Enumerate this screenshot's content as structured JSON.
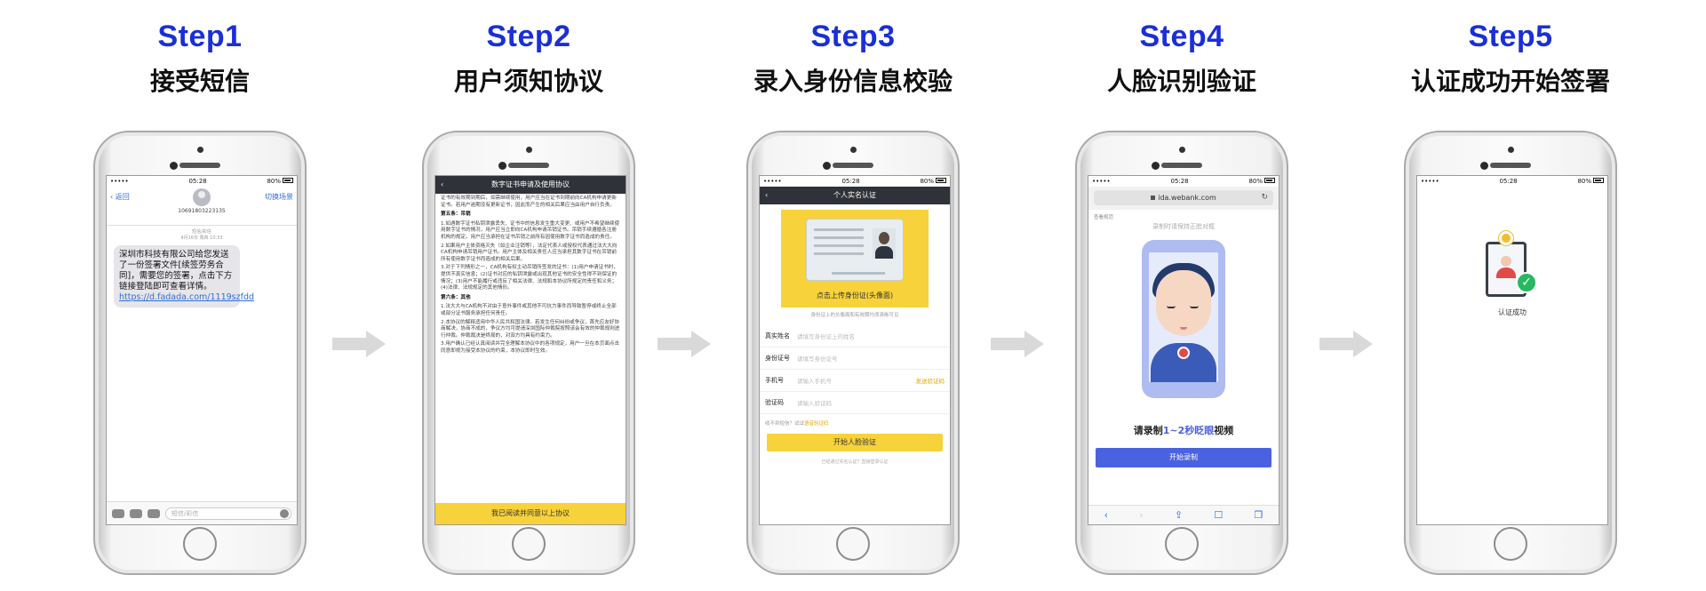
{
  "steps": [
    {
      "title": "Step1",
      "subtitle": "接受短信"
    },
    {
      "title": "Step2",
      "subtitle": "用户须知协议"
    },
    {
      "title": "Step3",
      "subtitle": "录入身份信息校验"
    },
    {
      "title": "Step4",
      "subtitle": "人脸识别验证"
    },
    {
      "title": "Step5",
      "subtitle": "认证成功开始签署"
    }
  ],
  "status_bar": {
    "carrier": "•••••",
    "time": "05:28",
    "battery": "80%"
  },
  "screen1": {
    "back": "返回",
    "switch": "切换场景",
    "number": "10691803223135",
    "date_line1": "短信/彩信",
    "date_line2": "4月16日 周四 10:33",
    "message": "深圳市科技有限公司给您发送了一份签署文件[续签劳务合同]，需要您的签署，点击下方链接登陆即可查看详情。",
    "link": "https://d.fadada.com/1119szfdd",
    "input_placeholder": "短信/彩信"
  },
  "screen2": {
    "title": "数字证书申请及使用协议",
    "para1": "证书的有效期到期后，如需继续使用，用户应当在证书到期前向CA机构申请更新证书。若用户逾期没有更新证书，因此而产生的相关后果应当由用户自行负责。",
    "sec5": "第五条：吊销",
    "para2": "1.如遇数字证书私钥泄露丢失、证书中的信息发生重大变更、或用户不希望继续使用数字证书的情况，用户应当立即向CA机构申请吊销证书。吊销手续遵循各注册机构的规定。用户应当承担在证书吊销之前所有因使用数字证书而造成的责任。",
    "para3": "2.如果用户主体资格灭失（如企业注销等），法定代表人或授权代表通过法大大向CA机构申请吊销用户证书。用户主体及相关责任人应当承担其数字证书在吊销前所有使用数字证书而造成的相关后果。",
    "para4": "3.对于下列情形之一，CA机构有权主动吊销所签发的证书：(1)用户申请证书时，提供不真实信息；(2)证书对应的私钥泄露或出现其他证书的安全性得不到保证的情况；(3)用户不能履行或违反了相关法律、法规和本协议所规定的责任和义务；(4)法律、法规规定的其他情形。",
    "sec6": "第六条：其他",
    "para5": "1.法大大与CA机构不对由于意外事件或其他不可抗力事件而导致暂停或终止全部或部分证书服务承担任何责任。",
    "para6": "2.本协议的解释适用中华人民共和国法律。若发生任何纠纷或争议，首先应友好协商解决，协商不成的，争议方均可提请深圳国际仲裁院按照该会有效的仲裁规则进行仲裁。仲裁裁决是终局的，对双方均具有约束力。",
    "para7": "3.用户确认已经认真阅读并完全理解本协议中的各项规定，用户一旦在本页面点击同意即视为接受本协议的约束，本协议即时生效。",
    "agree_button": "我已阅读并同意以上协议"
  },
  "screen3": {
    "title": "个人实名认证",
    "upload_label": "点击上传身份证(头像面)",
    "upload_hint": "身份证上的头像面和有效期均须清晰可见",
    "fields": [
      {
        "label": "真实姓名",
        "placeholder": "请填写身份证上的姓名"
      },
      {
        "label": "身份证号",
        "placeholder": "请填写身份证号"
      },
      {
        "label": "手机号",
        "placeholder": "请输入手机号"
      },
      {
        "label": "验证码",
        "placeholder": "请输入验证码"
      }
    ],
    "send_code": "发送验证码",
    "tip": "收不到短信？试试",
    "tip_link": "语音验证码",
    "start_button": "开始人脸验证",
    "footer": "已经通过实名认证？直接登录认证"
  },
  "screen4": {
    "url": "ida.webank.com",
    "tag": "查看规范",
    "hint": "录制时请保持正脸对框",
    "instruction_prefix": "请录制",
    "instruction_highlight": "1~2秒眨眼",
    "instruction_suffix": "视频",
    "start_button": "开始录制"
  },
  "screen5": {
    "label": "认证成功"
  },
  "colors": {
    "step_title": "#1a2fd6",
    "yellow_button": "#f7d23a",
    "blue_button": "#4b62e0",
    "success_green": "#27b860"
  }
}
